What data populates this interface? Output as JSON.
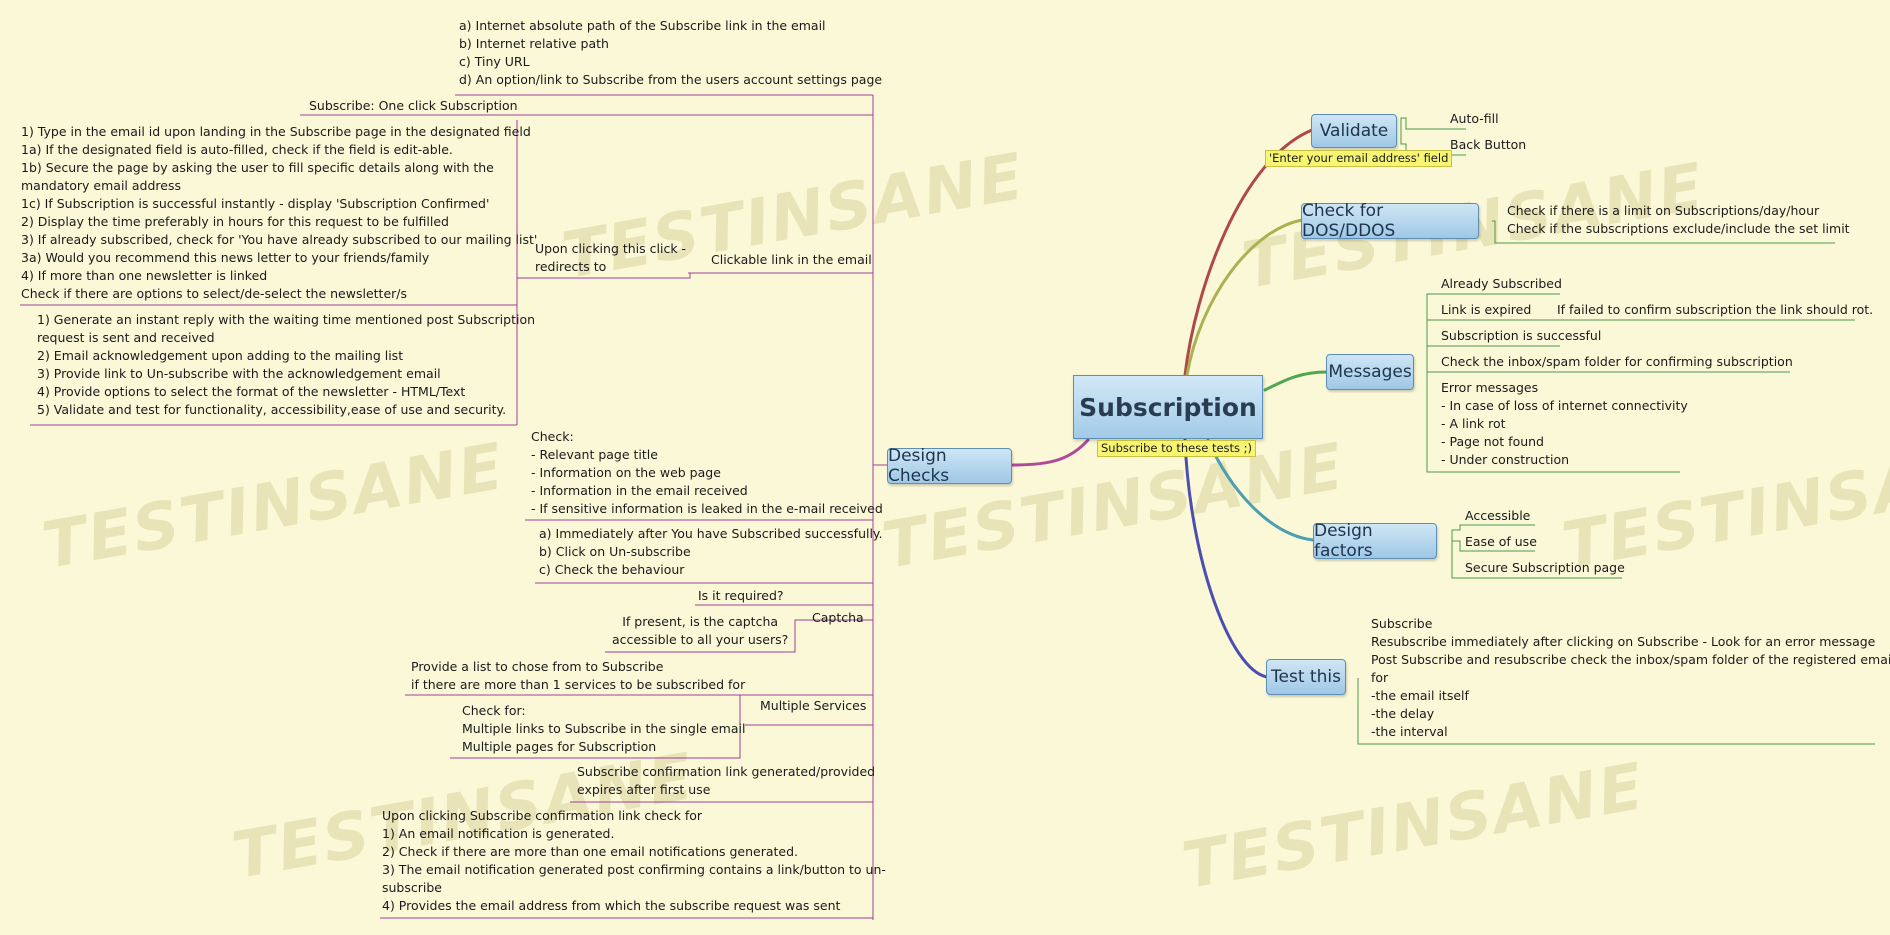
{
  "watermark": "TESTINSANE",
  "central": {
    "label": "Subscription",
    "note": "Subscribe to these tests ;)"
  },
  "colors": {
    "background": "#fbf8d8",
    "topic_fill": "#a8cfe9",
    "topic_border": "#5d8fb6",
    "note_fill": "#f8f572",
    "branch_validate": "#b04848",
    "branch_dos": "#a9b150",
    "branch_messages": "#4fa84f",
    "branch_design_factors": "#4a9fb0",
    "branch_test_this": "#4a4fb0",
    "branch_design_checks": "#b04a98",
    "left_connectors": "#a04098",
    "right_connectors": "#4a9a4a"
  },
  "validate": {
    "label": "Validate",
    "note": "'Enter your email address' field",
    "children": [
      "Auto-fill",
      "Back Button"
    ]
  },
  "dos": {
    "label": "Check for DOS/DDOS",
    "lines": [
      "Check if there is a limit on Subscriptions/day/hour",
      "Check if the subscriptions exclude/include the set limit"
    ]
  },
  "messages": {
    "label": "Messages",
    "already_subscribed": "Already Subscribed",
    "link_expired": "Link is expired",
    "link_expired_child": "If failed to confirm subscription the link should rot.",
    "successful": "Subscription is successful",
    "check_inbox": "Check the inbox/spam folder for confirming subscription",
    "error_lines": [
      "Error messages",
      "- In case of loss of internet connectivity",
      "- A link rot",
      "- Page not found",
      "- Under construction"
    ]
  },
  "design_factors": {
    "label": "Design factors",
    "children": [
      "Accessible",
      "Ease of use",
      "Secure Subscription page"
    ]
  },
  "test_this": {
    "label": "Test this",
    "lines": [
      "Subscribe",
      "Resubscribe immediately after clicking on Subscribe - Look for an error message",
      " Post Subscribe and resubscribe check the inbox/spam folder of the registered email",
      "for",
      "-the email itself",
      "-the delay",
      "-the interval"
    ]
  },
  "design_checks": {
    "label": "Design Checks",
    "link_types": [
      "a) Internet absolute path of the Subscribe link in the email",
      "b) Internet relative path",
      "c) Tiny URL",
      "d) An option/link to Subscribe from the users account settings page"
    ],
    "one_click": "Subscribe: One click Subscription",
    "clickable_link": "Clickable link in the email",
    "redirects": [
      "Upon clicking this click -",
      "redirects to"
    ],
    "page_checks": [
      "1) Type in the email id upon landing in the Subscribe page in the designated field",
      "1a) If the designated field is auto-filled, check if the field is edit-able.",
      "1b) Secure the page by asking the user to fill specific details along with the",
      "mandatory email address",
      "1c) If Subscription is successful instantly - display 'Subscription Confirmed'",
      "2) Display the time preferably in hours for this request to be fulfilled",
      "3) If already subscribed, check for 'You have already subscribed to our mailing list'",
      "3a) Would you recommend this news letter to your friends/family",
      "4) If more than one newsletter is linked",
      "Check if there are options to select/de-select the newsletter/s"
    ],
    "post_checks": [
      "1) Generate an instant reply with the waiting time mentioned post Subscription",
      "request is sent and received",
      "2) Email acknowledgement upon adding to the mailing list",
      "3) Provide link to Un-subscribe with the acknowledgement email",
      "4) Provide options to select the format of the newsletter - HTML/Text",
      "5) Validate and test for functionality, accessibility,ease of use and security."
    ],
    "check_list": [
      "Check:",
      "- Relevant page title",
      "- Information on the web page",
      "- Information in the email received",
      "- If sensitive information is leaked in the e-mail received"
    ],
    "unsubscribe": [
      "a) Immediately after You have Subscribed successfully.",
      "b) Click on Un-subscribe",
      "c) Check the behaviour"
    ],
    "captcha": "Captcha",
    "captcha_required": "Is it required?",
    "captcha_access": [
      "If present, is the captcha",
      "accessible to all your users?"
    ],
    "multiple_services": "Multiple Services",
    "services_list": [
      "Provide a list to chose from to Subscribe",
      " if there are more than 1 services to be subscribed for"
    ],
    "services_check": [
      "Check for:",
      "Multiple links to Subscribe in the single email",
      "Multiple pages for Subscription"
    ],
    "confirm_link": [
      "Subscribe confirmation link generated/provided",
      "expires after first use"
    ],
    "notification": [
      "Upon clicking Subscribe confirmation link check for",
      "1) An email notification is generated.",
      "2) Check if there are more than one email notifications generated.",
      "3) The email notification generated post confirming contains a link/button to un-",
      "subscribe",
      "4) Provides the email address from which the subscribe request was sent"
    ]
  }
}
